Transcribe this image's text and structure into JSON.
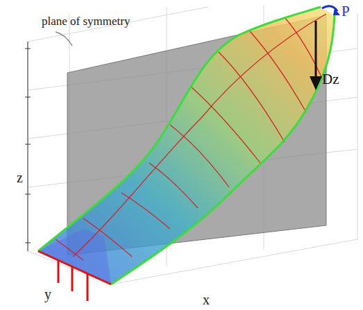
{
  "diagram": {
    "labels": [
      "plane of symmetry",
      "P",
      "Dz",
      "z",
      "y",
      "x"
    ]
  }
}
